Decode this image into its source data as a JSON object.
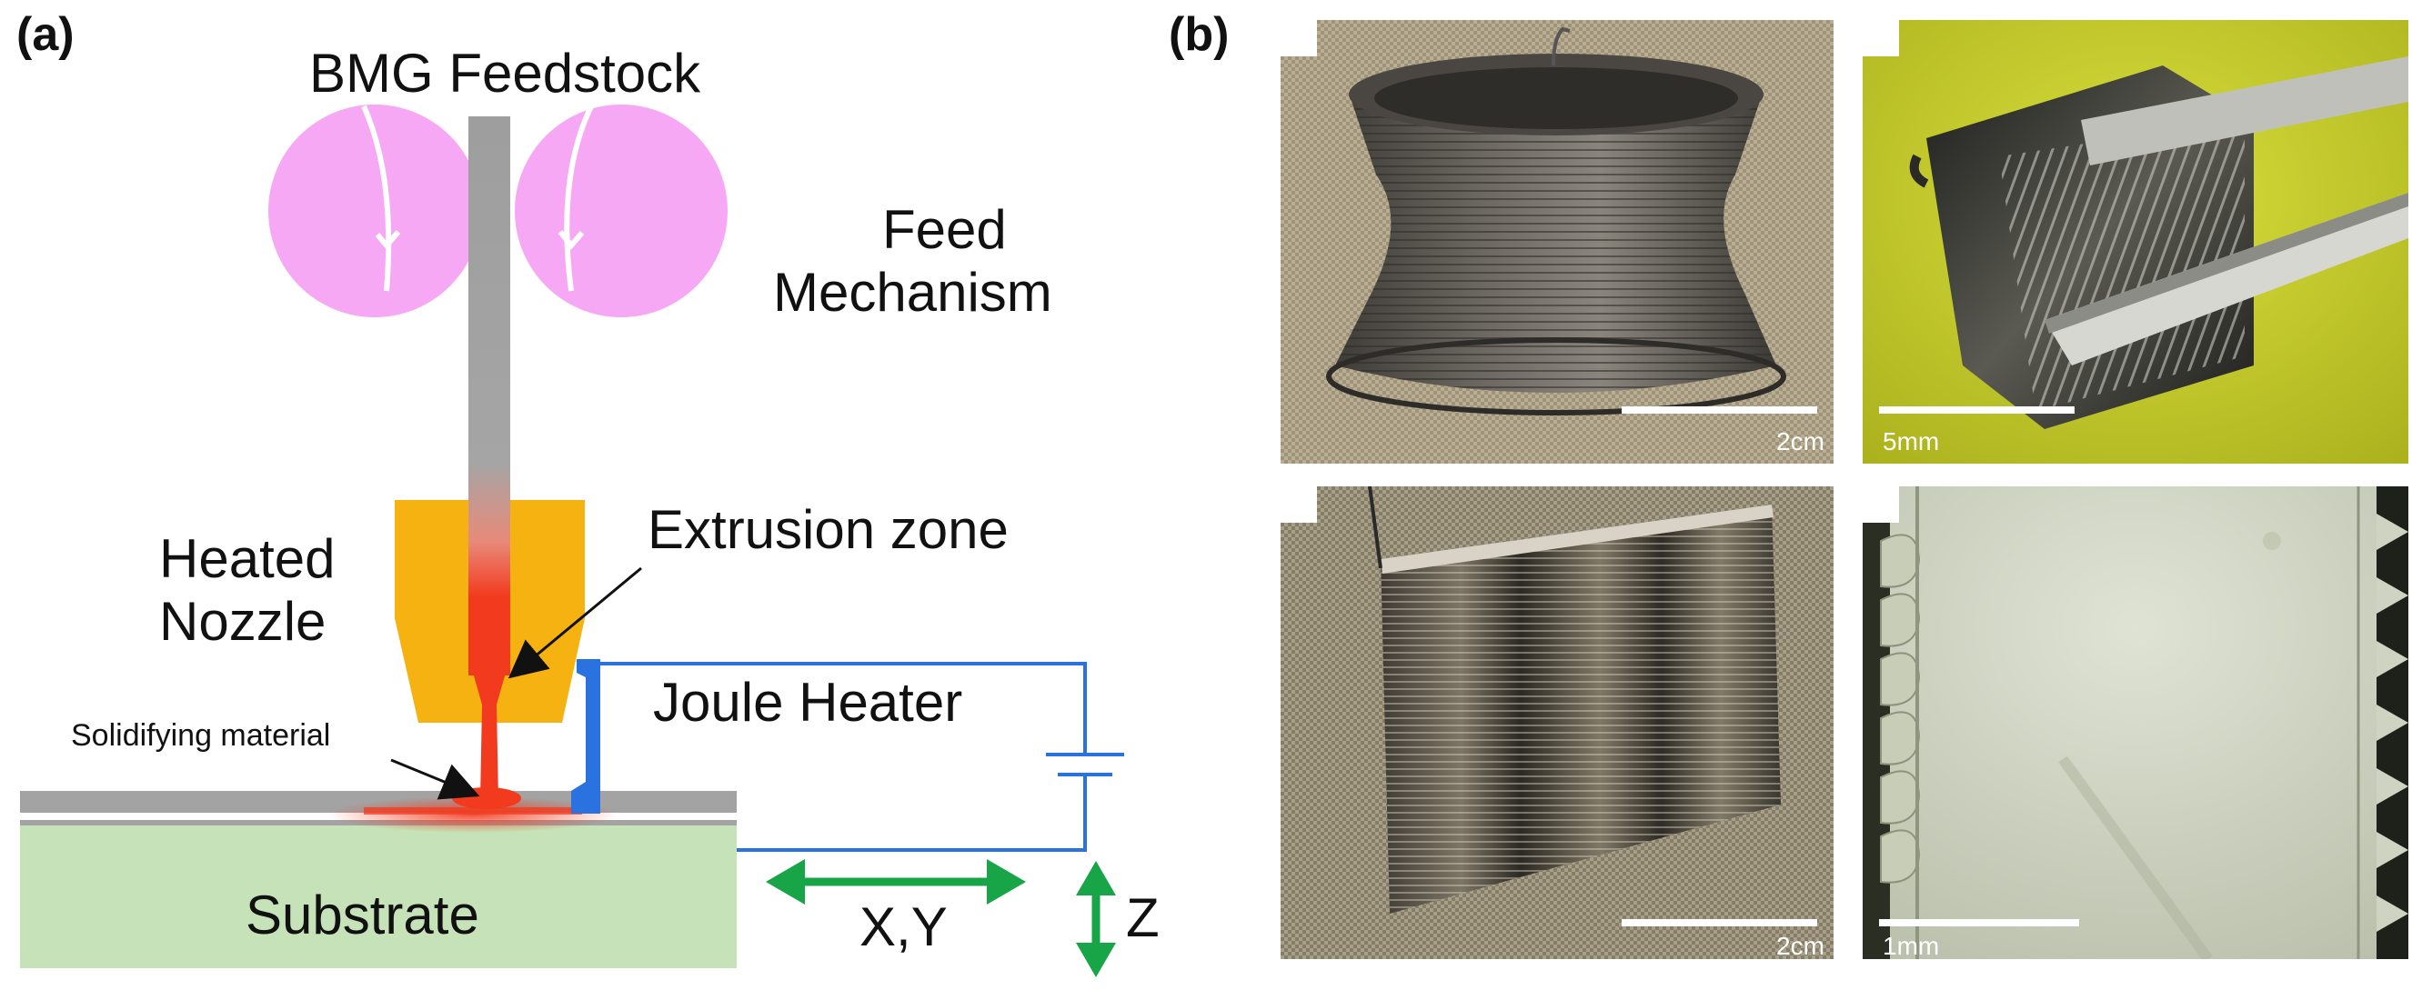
{
  "panel_a": {
    "label": "(a)",
    "feedstock_label": "BMG Feedstock",
    "feed_mechanism_label": [
      "Feed",
      "Mechanism"
    ],
    "heated_nozzle_label": [
      "Heated",
      "Nozzle"
    ],
    "extrusion_zone_label": "Extrusion zone",
    "joule_heater_label": "Joule Heater",
    "solidifying_label": "Solidifying material",
    "substrate_label": "Substrate",
    "xy_label": "X,Y",
    "z_label": "Z",
    "colors": {
      "roller": "#f7a8f5",
      "feedstock": "#9e9e9e",
      "nozzle": "#f5b210",
      "melt": "#f23a1e",
      "circuit": "#2a72e0",
      "substrate": "#c6e2b8",
      "arrow": "#18a548"
    }
  },
  "panel_b": {
    "label": "(b)",
    "photos": [
      {
        "scale_label": "2cm",
        "subject": "printed hourglass cup"
      },
      {
        "scale_label": "5mm",
        "subject": "printed part held in tweezers"
      },
      {
        "scale_label": "2cm",
        "subject": "printed wavy wall"
      },
      {
        "scale_label": "1mm",
        "subject": "micrograph of layered edge"
      }
    ]
  }
}
